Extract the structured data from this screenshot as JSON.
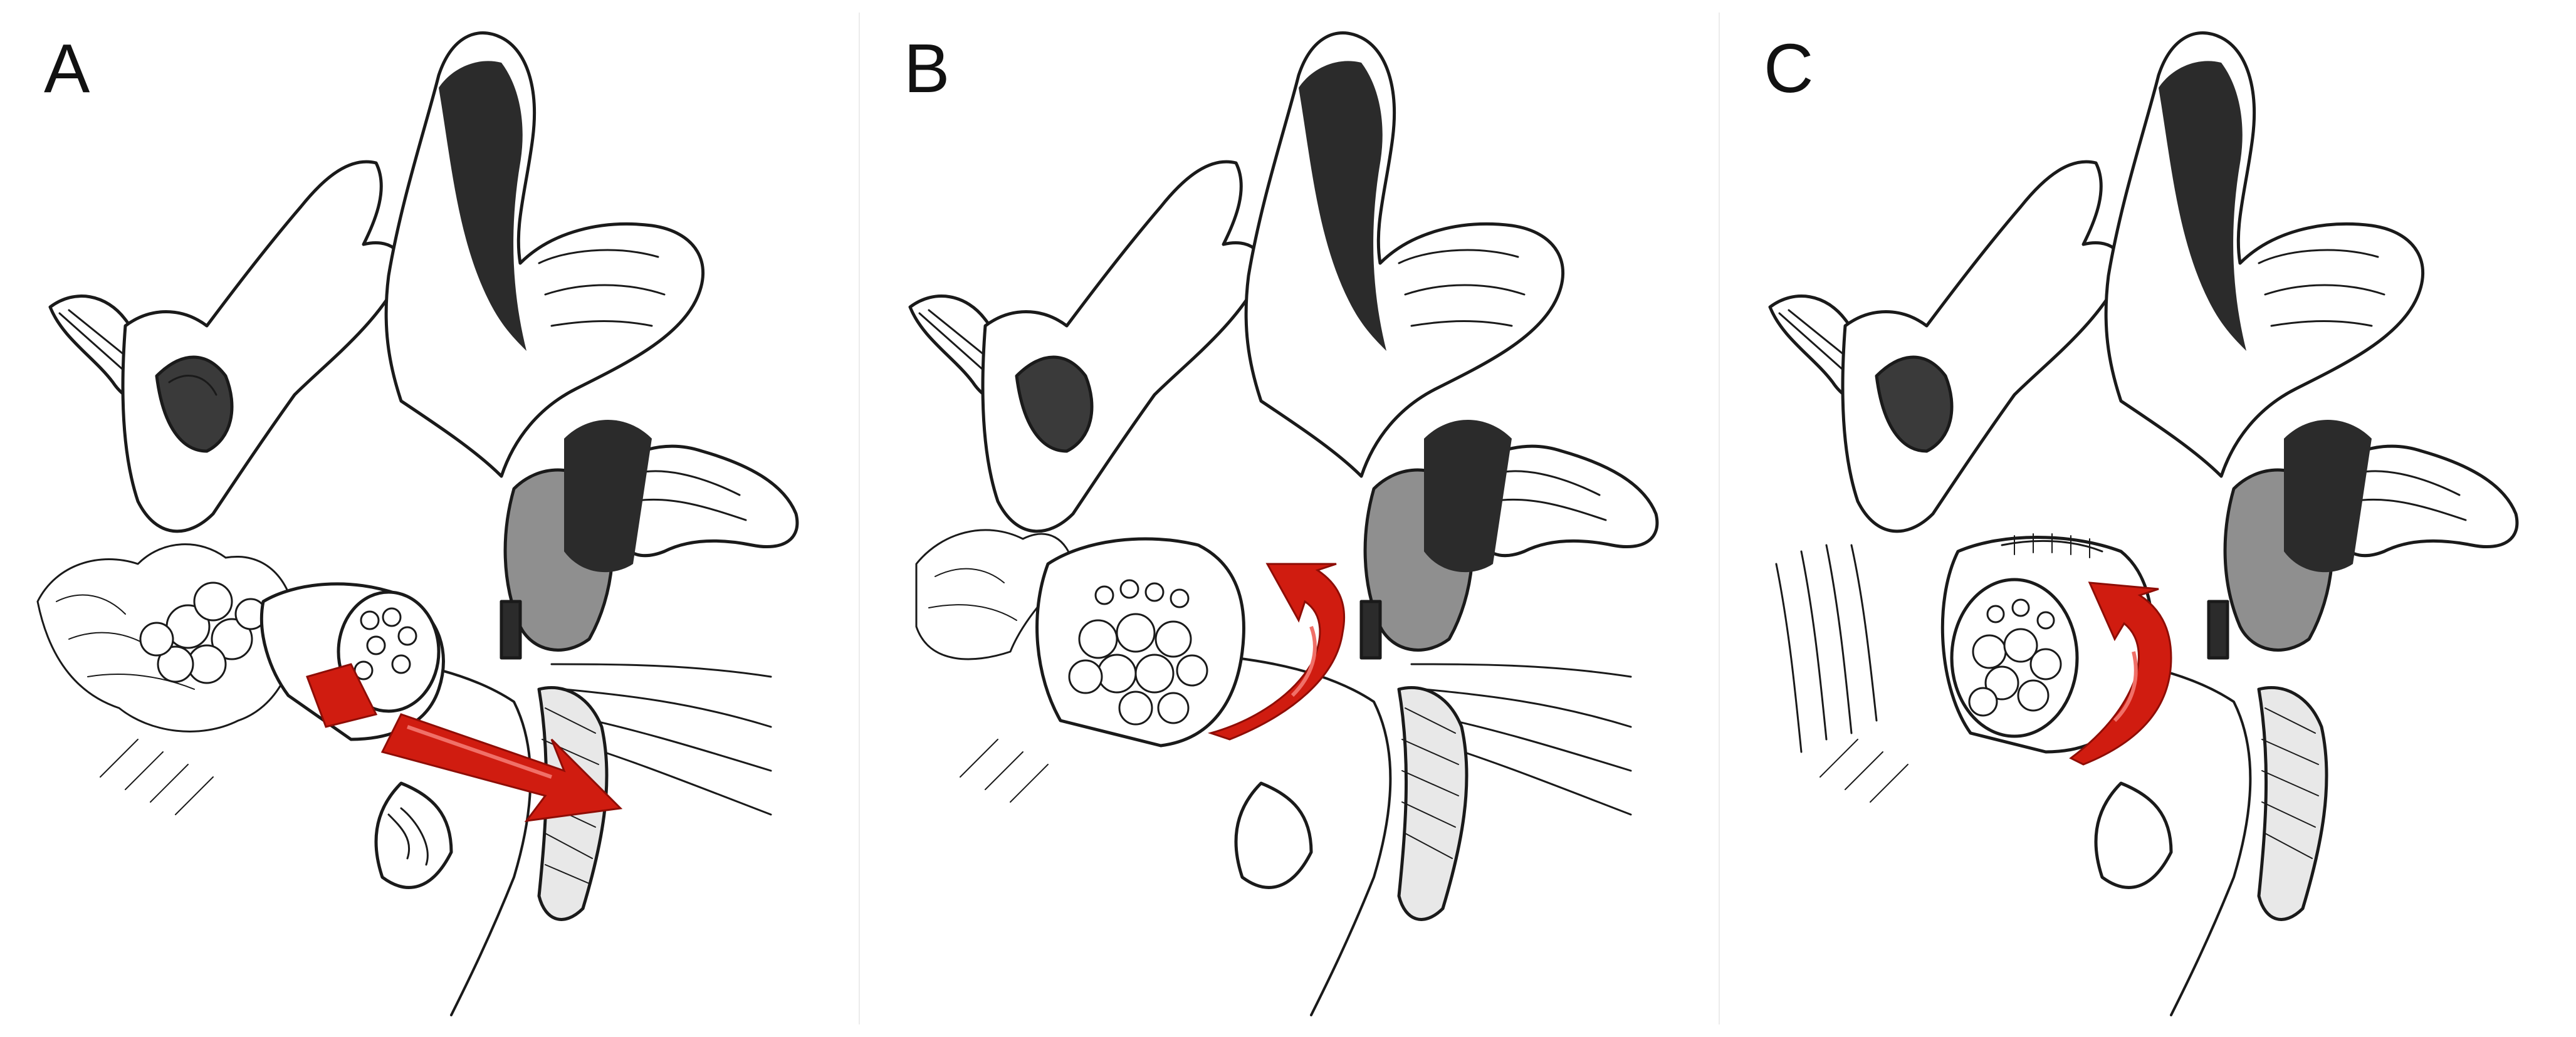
{
  "panels": [
    {
      "label": "A",
      "arrow": "straight-red-arrow"
    },
    {
      "label": "B",
      "arrow": "curved-red-arrow"
    },
    {
      "label": "C",
      "arrow": "curved-red-arrow"
    }
  ],
  "colors": {
    "arrow": "#d01c10",
    "arrow_dark": "#8e0d06",
    "ink": "#1a1a1a",
    "shadow": "#2b2b2b",
    "shade": "#8f8f8f",
    "bone": "#ffffff"
  }
}
